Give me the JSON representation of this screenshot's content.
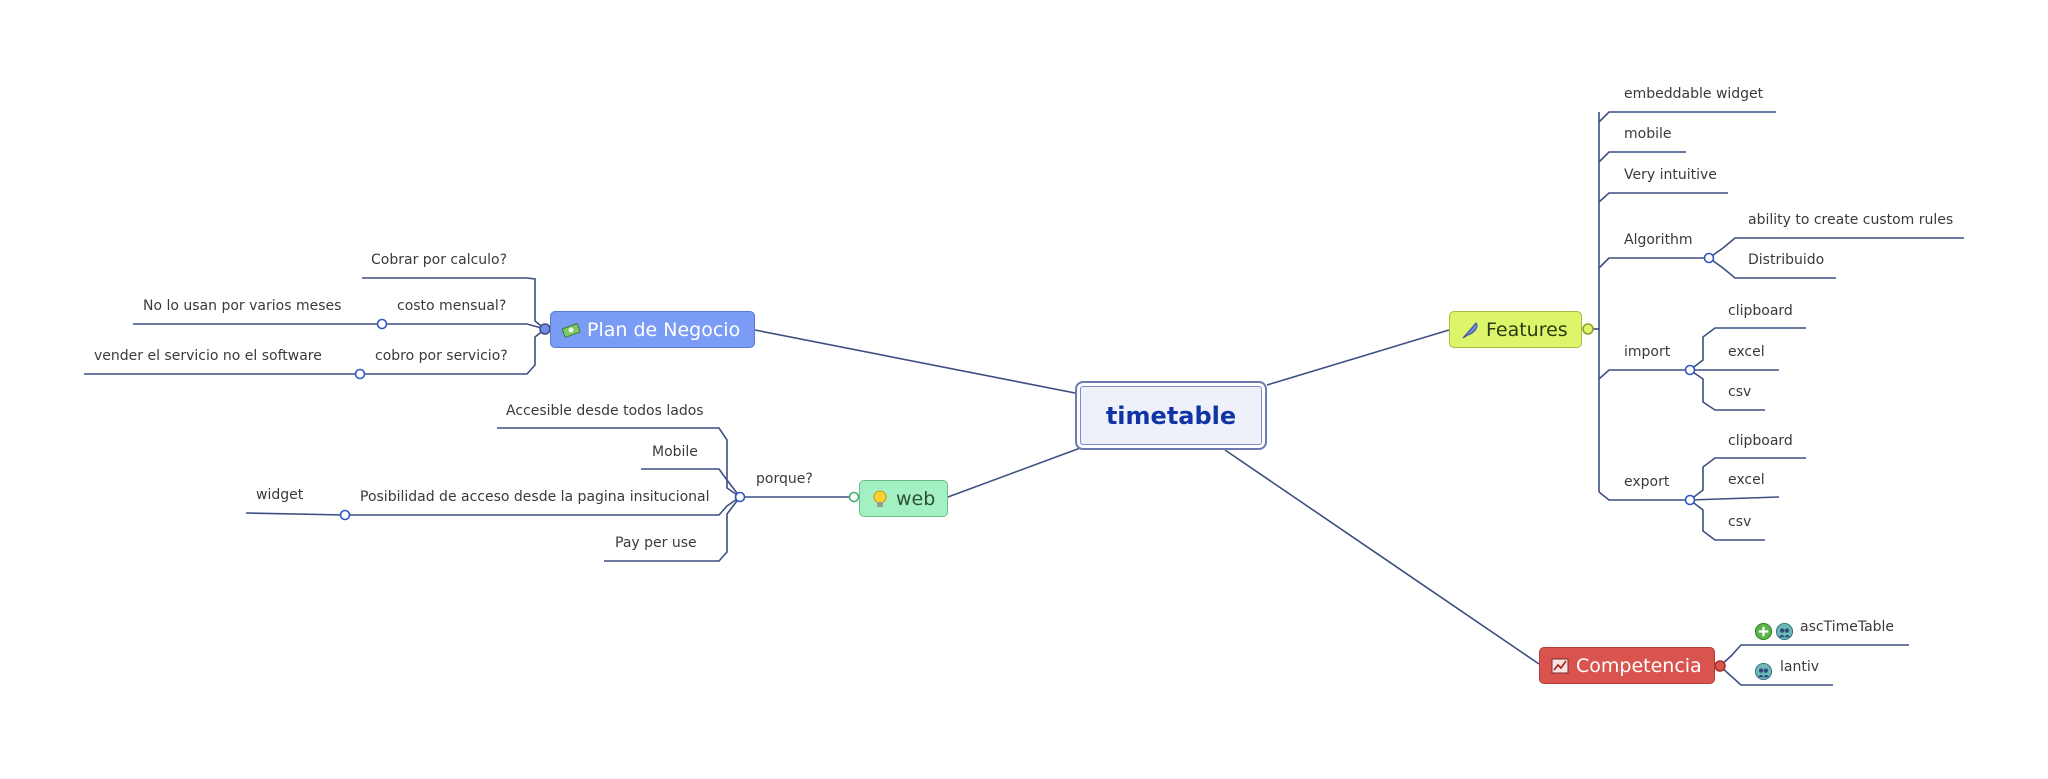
{
  "central": {
    "title": "timetable"
  },
  "plan": {
    "title": "Plan de Negocio",
    "icon": "money-icon",
    "children": {
      "cobrar": "Cobrar por calculo?",
      "costo": "costo mensual?",
      "no_lo_usan": "No lo usan por varios meses",
      "cobro": "cobro por servicio?",
      "vender": "vender el servicio no el software"
    }
  },
  "web": {
    "title": "web",
    "icon": "lightbulb-icon",
    "porque": "porque?",
    "children": {
      "accesible": "Accesible desde todos lados",
      "mobile": "Mobile",
      "posibilidad": "Posibilidad de acceso desde la pagina insitucional",
      "widget": "widget",
      "pay": "Pay per use"
    }
  },
  "features": {
    "title": "Features",
    "icon": "feather-icon",
    "children": {
      "embeddable": "embeddable widget",
      "mobile": "mobile",
      "intuitive": "Very intuitive",
      "algorithm": "Algorithm",
      "custom_rules": "ability to create custom rules",
      "distribuido": "Distribuido",
      "import": "import",
      "import_clipboard": "clipboard",
      "import_excel": "excel",
      "import_csv": "csv",
      "export": "export",
      "export_clipboard": "clipboard",
      "export_excel": "excel",
      "export_csv": "csv"
    }
  },
  "competencia": {
    "title": "Competencia",
    "icon": "chart-icon",
    "children": {
      "asc": "ascTimeTable",
      "lantiv": "lantiv"
    },
    "child_icons": [
      "plus-icon",
      "people-icon"
    ]
  },
  "colors": {
    "line": "#3d4f82",
    "central_text": "#1034a6",
    "plan": "#7b9cf5",
    "web": "#a3f0c2",
    "features": "#dcf56b",
    "competencia": "#d9534f"
  }
}
